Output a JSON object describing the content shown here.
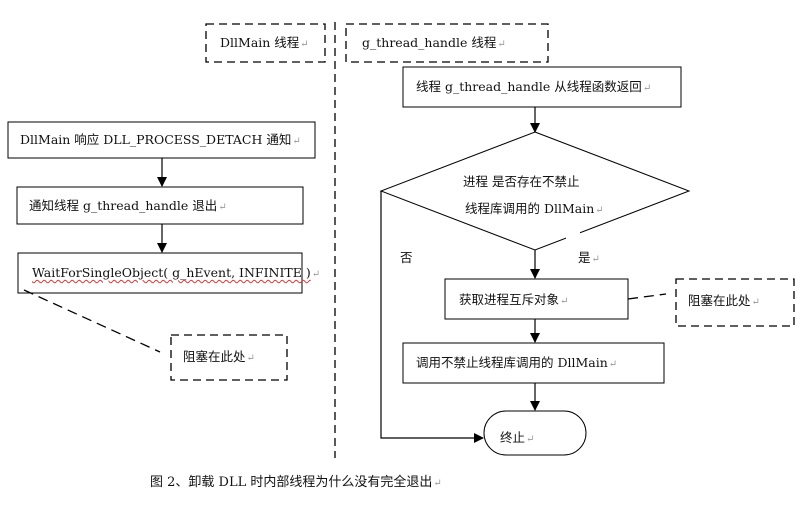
{
  "lanes": {
    "left_title": "DllMain 线程",
    "right_title": "g_thread_handle 线程"
  },
  "left_flow": {
    "step1": "DllMain 响应 DLL_PROCESS_DETACH 通知",
    "step2": "通知线程 g_thread_handle 退出",
    "step3": "WaitForSingleObject( g_hEvent, INFINITE )",
    "block_note": "阻塞在此处"
  },
  "right_flow": {
    "step1": "线程 g_thread_handle 从线程函数返回",
    "decision_line1": "进程  是否存在不禁止",
    "decision_line2": "线程库调用的 DllMain",
    "no_label": "否",
    "yes_label": "是",
    "step2": "获取进程互斥对象",
    "step3": "调用不禁止线程库调用的 DllMain",
    "terminal": "终止",
    "block_note": "阻塞在此处"
  },
  "caption": "图 2、卸载 DLL 时内部线程为什么没有完全退出",
  "return_mark": "↵"
}
